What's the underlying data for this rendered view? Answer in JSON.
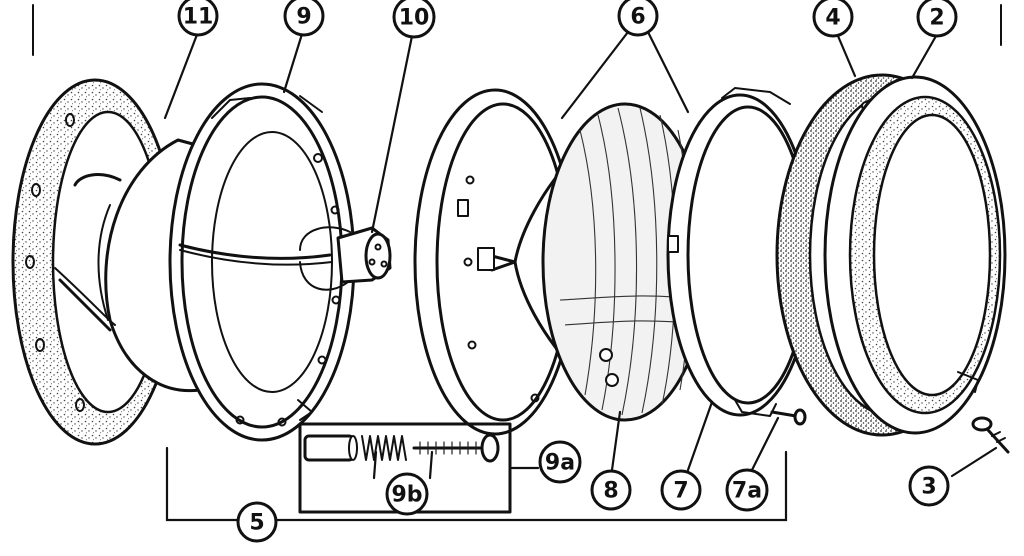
{
  "palette": {
    "ink": "#111111",
    "paper": "#ffffff",
    "stipple": "#444444",
    "lens_tint": "#eeeeee"
  },
  "callouts": {
    "c11": "11",
    "c9": "9",
    "c10": "10",
    "c6": "6",
    "c4": "4",
    "c2": "2",
    "c9a": "9a",
    "c9b": "9b",
    "c8": "8",
    "c7": "7",
    "c7a": "7a",
    "c3": "3",
    "c5": "5"
  }
}
